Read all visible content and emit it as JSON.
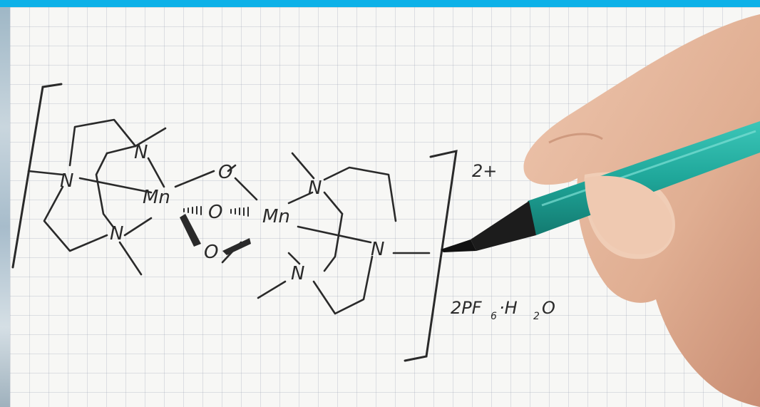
{
  "colors": {
    "top_bar": "#0db1e8",
    "ink": "#2a2a2a",
    "pen_body": "#1fa79a",
    "pen_tip": "#222222",
    "skin": "#e2b59b"
  },
  "structure": {
    "metal_1": "Mn",
    "metal_2": "Mn",
    "oxygen": "O",
    "nitrogen": "N",
    "charge": "2+",
    "counterion_prefix": "2PF",
    "counterion_sub": "6",
    "counterion_mid": "·H",
    "counterion_sub2": "2",
    "counterion_end": "O"
  },
  "icons": [
    "pen-icon",
    "hand-icon"
  ]
}
